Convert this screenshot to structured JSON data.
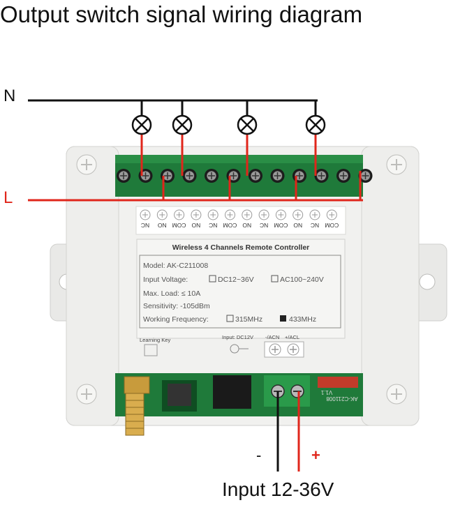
{
  "title": "Output switch signal wiring diagram",
  "wires": {
    "neutral": "N",
    "live": "L",
    "minus": "-",
    "plus": "+"
  },
  "input_label": "Input 12-36V",
  "colors": {
    "wire_black": "#111111",
    "wire_red": "#e0261b",
    "housing": "#f1f1ef",
    "pcb_green": "#1f7a3a"
  },
  "terminal_labels": [
    "NC",
    "NO",
    "COM",
    "NO",
    "NC",
    "COM",
    "NO",
    "NC",
    "COM",
    "NO",
    "NC",
    "COM"
  ],
  "panel": {
    "header": "Wireless 4 Channels Remote Controller",
    "model": "Model:  AK-C211008",
    "input_voltage_label": "Input Voltage:",
    "voltage_opt1": "DC12~36V",
    "voltage_opt2": "AC100~240V",
    "max_load": "Max. Load:  ≤ 10A",
    "sensitivity": "Sensitivity:  -105dBm",
    "freq_label": "Working Frequency:",
    "freq_opt1": "315MHz",
    "freq_opt2": "433MHz"
  },
  "lower": {
    "learning_key": "Learning Key",
    "input_dc": "Input: DC12V",
    "acn": "-/ACN",
    "acl": "+/ACL"
  },
  "pcb_text": {
    "board": "AK-C211008",
    "version": "V1.1"
  }
}
